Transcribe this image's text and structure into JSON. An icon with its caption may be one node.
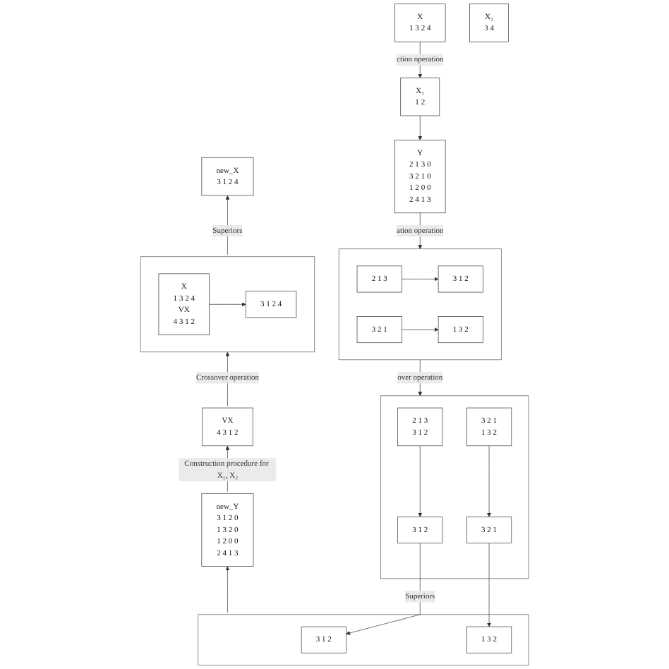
{
  "diagram": {
    "nodes": [
      {
        "text": [
          "X",
          "1 3 2 4"
        ]
      },
      {
        "text": [
          "X₁",
          "1 2"
        ]
      },
      {
        "text": [
          "X₂",
          "3 4"
        ]
      },
      {
        "text": [
          "Y",
          "2 1 3 0",
          "3 2 1 0",
          "1 2 0 0",
          "2 4 1 3"
        ]
      },
      {
        "text": [],
        "shape": "box"
      },
      {
        "text": [
          "2 1 3"
        ],
        "in": 4
      },
      {
        "text": [
          "3 1 2"
        ],
        "in": 4
      },
      {
        "text": [
          "3 2 1"
        ],
        "in": 4
      },
      {
        "text": [
          "1 3 2"
        ],
        "in": 4
      },
      {
        "text": [],
        "shape": "box"
      },
      {
        "text": [
          "2 1 3",
          "3 1 2"
        ],
        "in": 9
      },
      {
        "text": [
          "3 1 2"
        ],
        "in": 9
      },
      {
        "text": [
          "3 2 1",
          "1 3 2"
        ],
        "in": 9
      },
      {
        "text": [
          "3 2 1"
        ],
        "in": 9
      },
      {
        "text": [],
        "shape": "box"
      },
      {
        "text": [
          "3 1 2"
        ],
        "in": 14
      },
      {
        "text": [
          "1 3 2"
        ],
        "in": 14
      },
      {
        "text": [
          "new_Y",
          "3 1 2 0",
          "1 3 2 0",
          "1 2 0 0",
          "2 4 1 3"
        ]
      },
      {
        "text": [
          "VX",
          "4 3 1 2"
        ]
      },
      {
        "text": [],
        "shape": "box"
      },
      {
        "text": [
          "X",
          "1 3 2 4",
          "VX",
          "4 3 1 2"
        ],
        "in": 19
      },
      {
        "text": [
          "3 1 2 4"
        ],
        "in": 19
      },
      {
        "text": [
          "new_X",
          "3 1 2 4"
        ]
      }
    ],
    "edges": [
      {
        "from": 0,
        "to": 1,
        "arrow": "to",
        "label": "ction operation"
      },
      {
        "from": 1,
        "to": 3,
        "arrow": "to"
      },
      {
        "from": 3,
        "to": 4,
        "arrow": "to",
        "label": "ation operation"
      },
      {
        "from": 5,
        "to": 6,
        "arrow": "to"
      },
      {
        "from": 7,
        "to": 8,
        "arrow": "to"
      },
      {
        "from": 4,
        "to": 9,
        "arrow": "to",
        "label": "over operation"
      },
      {
        "from": 10,
        "to": 11,
        "arrow": "to"
      },
      {
        "from": 12,
        "to": 13,
        "arrow": "to"
      },
      {
        "from": 11,
        "to": 15,
        "arrow": "to",
        "label": "Superiors"
      },
      {
        "from": 13,
        "to": 16,
        "arrow": "to"
      },
      {
        "from": 14,
        "to": 17,
        "arrow": "to"
      },
      {
        "from": 17,
        "to": 18,
        "arrow": "to",
        "label": "Construction procedure for X₁, X₂"
      },
      {
        "from": 18,
        "to": 19,
        "arrow": "to",
        "label": "Crossover operation"
      },
      {
        "from": 20,
        "to": 21,
        "arrow": "to"
      },
      {
        "from": 19,
        "to": 22,
        "arrow": "to",
        "label": "Superiors"
      }
    ]
  }
}
